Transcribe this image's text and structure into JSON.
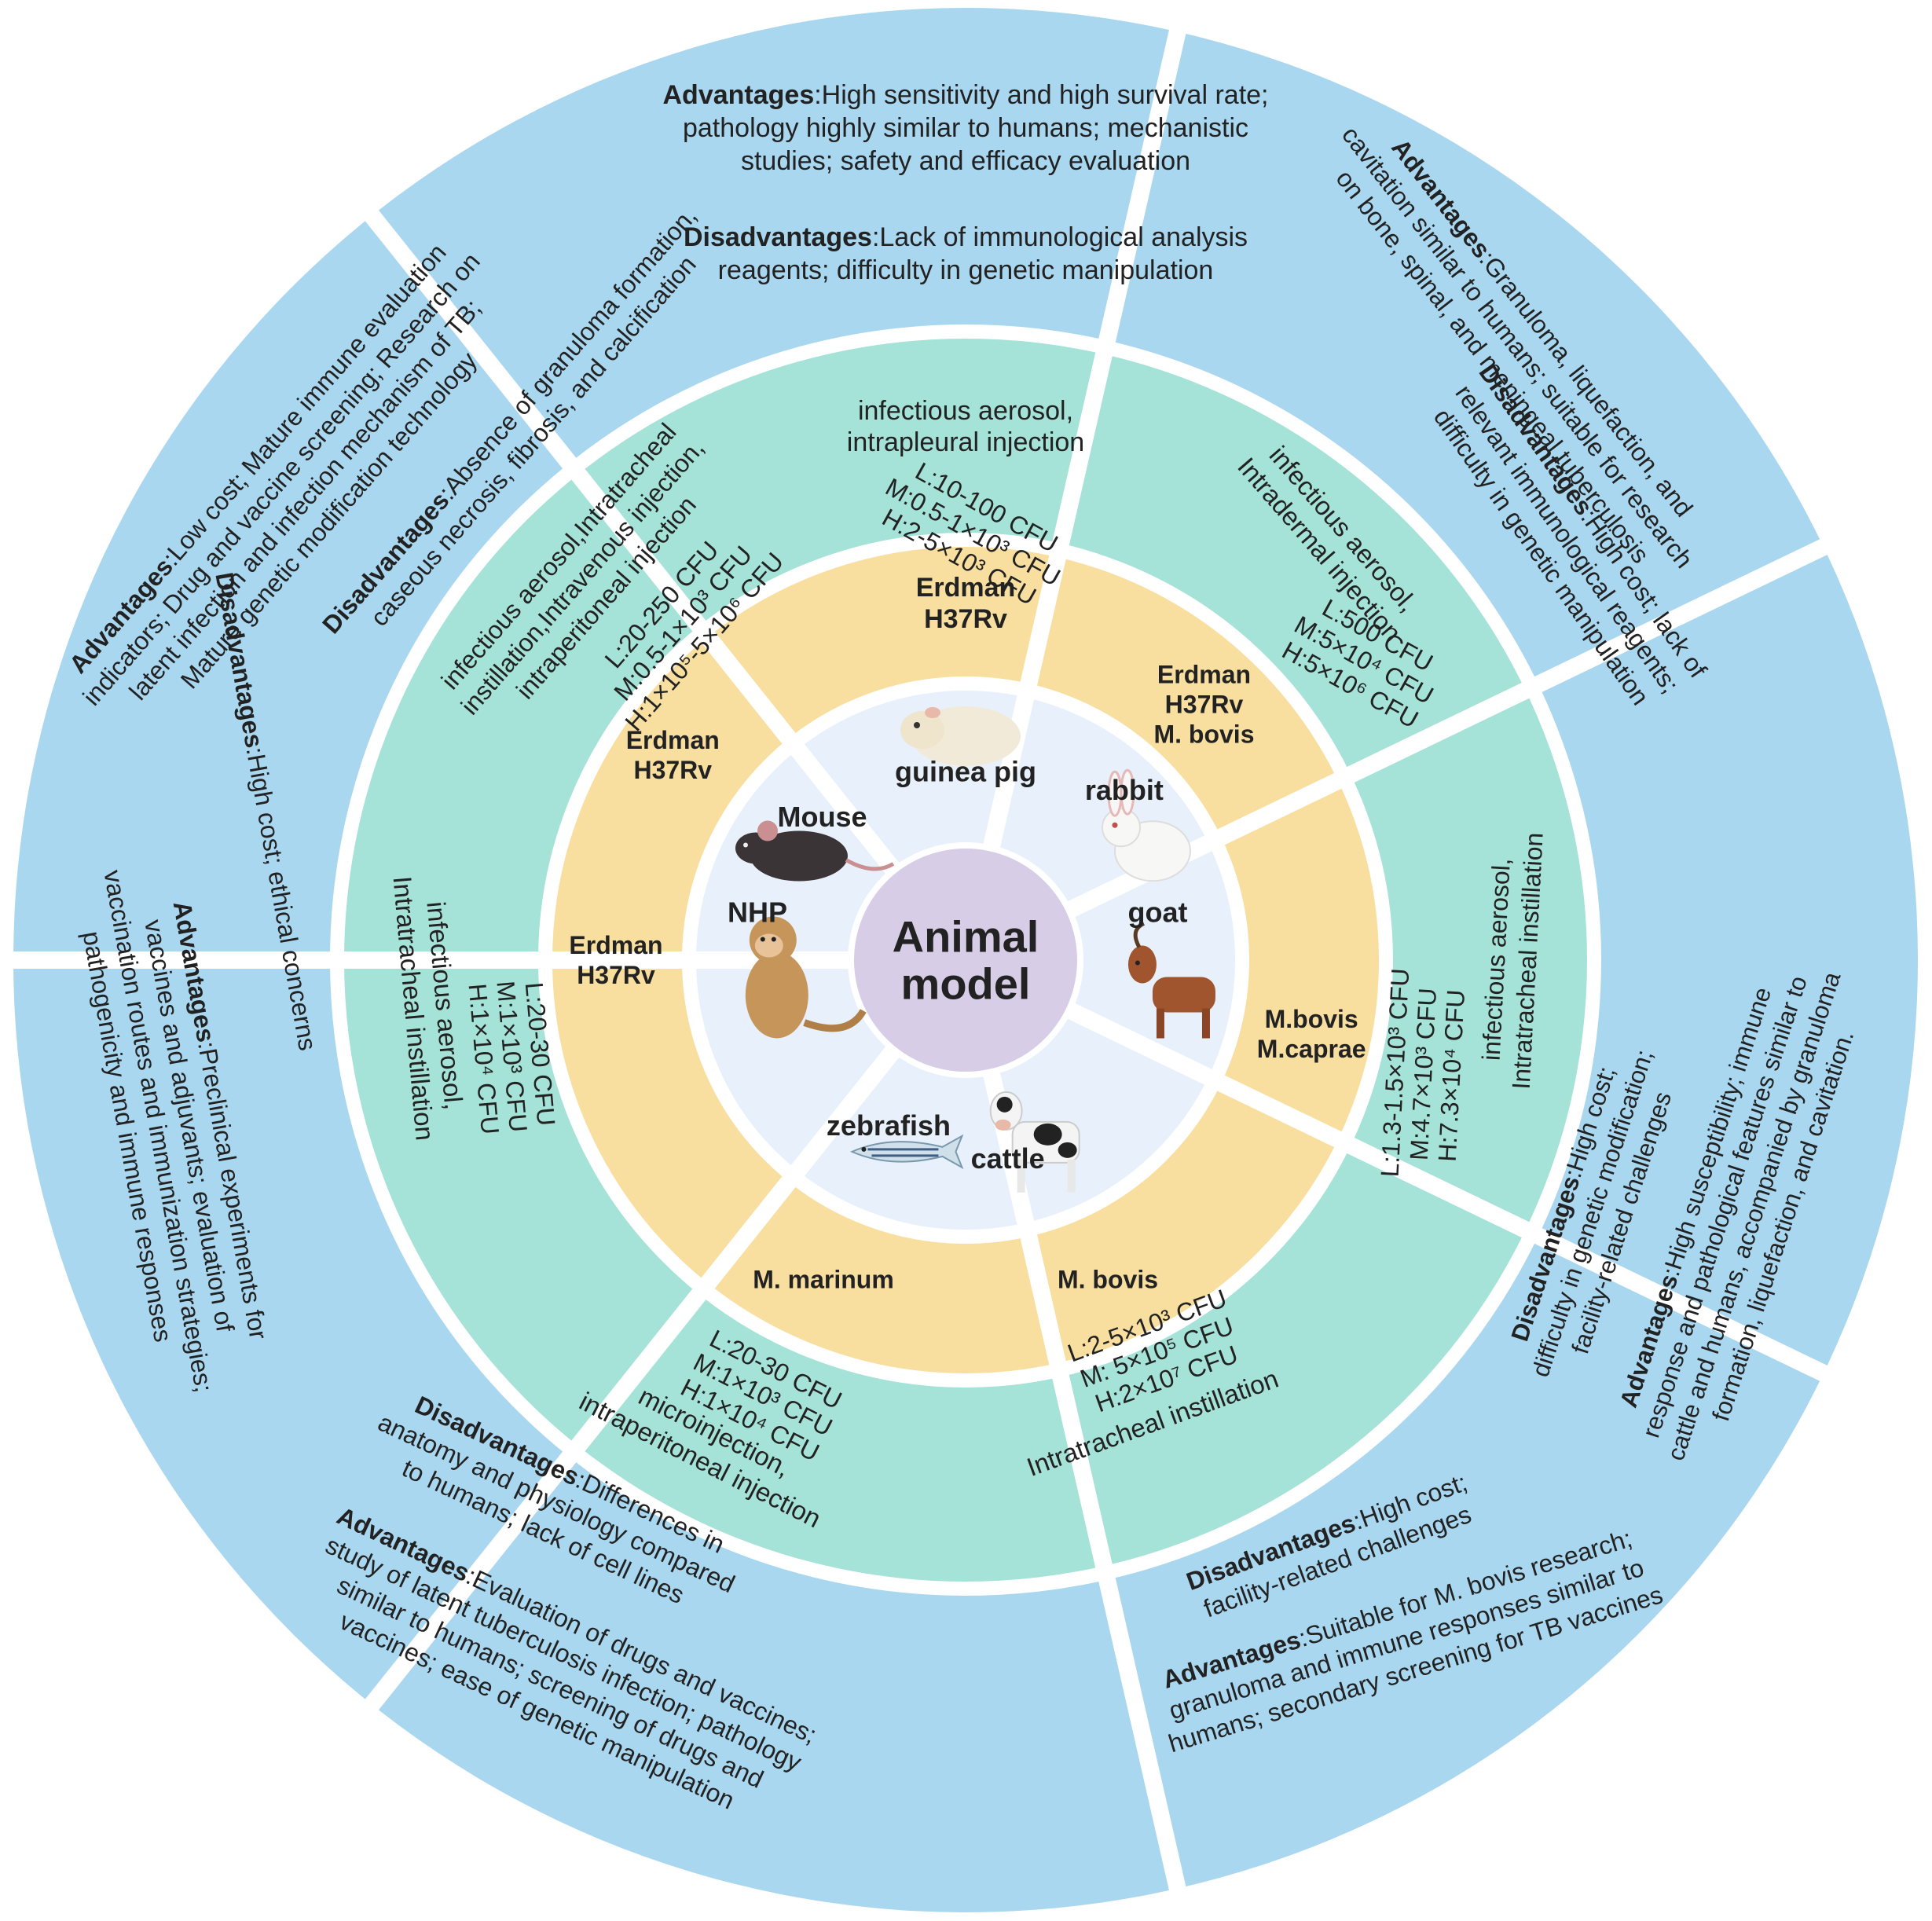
{
  "center": {
    "title_line1": "Animal",
    "title_line2": "model"
  },
  "colors": {
    "outer_ring": "#a9d7f0",
    "infection_ring": "#a5e2d8",
    "strain_ring": "#f8dfa0",
    "animal_ring": "#e8f1fb",
    "center": "#d8cde6",
    "divider": "#ffffff",
    "text": "#222222"
  },
  "segments": [
    {
      "id": "guinea-pig",
      "animal": "guinea pig",
      "animal_icon": "guinea-pig-icon",
      "strains": [
        {
          "text": "Erdman"
        },
        {
          "text": "H37Rv"
        }
      ],
      "infection": {
        "route_lines": [
          "infectious aerosol,",
          "intrapleural injection"
        ],
        "dose_lines": [
          "L:10-100 CFU",
          "M:0.5-1×10³ CFU",
          "H:2-5×10³ CFU"
        ]
      },
      "advantages": {
        "label": "Advantages",
        "lines": [
          ":High sensitivity and high survival rate;",
          "pathology highly similar to humans; mechanistic",
          "studies; safety and efficacy evaluation"
        ]
      },
      "disadvantages": {
        "label": "Disadvantages",
        "lines": [
          ":Lack of immunological analysis",
          "reagents; difficulty in genetic manipulation"
        ]
      }
    },
    {
      "id": "rabbit",
      "animal": "rabbit",
      "animal_icon": "rabbit-icon",
      "strains": [
        {
          "text": "Erdman"
        },
        {
          "text": "H37Rv"
        },
        {
          "text": "M. bovis"
        }
      ],
      "infection": {
        "route_lines": [
          "infectious aerosol,",
          "Intradermal injection"
        ],
        "dose_lines": [
          "L:500 CFU",
          "M:5×10⁴ CFU",
          "H:5×10⁶ CFU"
        ]
      },
      "advantages": {
        "label": "Advantages",
        "lines": [
          ":Granuloma, liquefaction, and",
          "cavitation similar to humans; suitable for research",
          "on bone, spinal, and meningeal tuberculosis"
        ]
      },
      "disadvantages": {
        "label": "Disadvantages",
        "lines": [
          ":High cost; lack of",
          "relevant immunological reagents;",
          "difficulty in genetic manipulation"
        ]
      }
    },
    {
      "id": "goat",
      "animal": "goat",
      "animal_icon": "goat-icon",
      "strains": [
        {
          "text": "M.bovis"
        },
        {
          "text": "M.caprae"
        }
      ],
      "infection": {
        "route_lines": [
          "infectious aerosol,",
          "Intratracheal instillation"
        ],
        "dose_lines": [
          "L:1.3-1.5×10³ CFU",
          "M:4.7×10³ CFU",
          "H:7.3×10⁴ CFU"
        ]
      },
      "advantages": {
        "label": "Advantages",
        "lines": [
          ":High susceptibility; immune",
          "response and pathological features similar to",
          "cattle and humans, accompanied by granuloma",
          "formation, liquefaction, and cavitation."
        ]
      },
      "disadvantages": {
        "label": "Disadvantages",
        "lines": [
          ":High cost;",
          "difficulty in genetic modification;",
          "facility-related challenges"
        ]
      }
    },
    {
      "id": "cattle",
      "animal": "cattle",
      "animal_icon": "cow-icon",
      "strains": [
        {
          "text": "M. bovis"
        }
      ],
      "infection": {
        "route_lines": [
          "Intratracheal instillation"
        ],
        "dose_lines": [
          "L:2-5×10³ CFU",
          "M: 5×10⁵ CFU",
          "H:2×10⁷ CFU"
        ]
      },
      "advantages": {
        "label": "Advantages",
        "lines": [
          ":Suitable for M. bovis research;",
          "granuloma and immune responses similar to",
          "humans; secondary screening for TB vaccines"
        ]
      },
      "disadvantages": {
        "label": "Disadvantages",
        "lines": [
          ":High cost;",
          "facility-related challenges"
        ]
      }
    },
    {
      "id": "zebrafish",
      "animal": "zebrafish",
      "animal_icon": "zebrafish-icon",
      "strains": [
        {
          "text": "M. marinum"
        }
      ],
      "infection": {
        "route_lines": [
          "microinjection,",
          "intraperitoneal injection"
        ],
        "dose_lines": [
          "L:20-30 CFU",
          "M:1×10³ CFU",
          "H:1×10⁴ CFU"
        ]
      },
      "advantages": {
        "label": "Advantages",
        "lines": [
          ":Evaluation of drugs and vaccines;",
          "study of latent tuberculosis infection; pathology",
          "similar to humans; screening of drugs and",
          "vaccines; ease of genetic manipulation"
        ]
      },
      "disadvantages": {
        "label": "Disadvantages",
        "lines": [
          ":Differences in",
          "anatomy and physiology compared",
          "to humans; lack of cell lines"
        ]
      }
    },
    {
      "id": "nhp",
      "animal": "NHP",
      "animal_icon": "monkey-icon",
      "strains": [
        {
          "text": "Erdman"
        },
        {
          "text": "H37Rv"
        }
      ],
      "infection": {
        "route_lines": [
          "infectious aerosol,",
          "Intratracheal instillation"
        ],
        "dose_lines": [
          "L:20-30 CFU",
          "M:1×10³ CFU",
          "H:1×10⁴ CFU"
        ]
      },
      "advantages": {
        "label": "Advantages",
        "lines": [
          ":Preclinical experiments for",
          "vaccines and adjuvants; evaluation of",
          "vaccination routes and immunization strategies;",
          "pathogenicity and immune responses"
        ]
      },
      "disadvantages": {
        "label": "Disadvantages",
        "lines": [
          ":High cost; ethical concerns"
        ]
      }
    },
    {
      "id": "mouse",
      "animal": "Mouse",
      "animal_icon": "mouse-icon",
      "strains": [
        {
          "text": "Erdman"
        },
        {
          "text": "H37Rv"
        }
      ],
      "infection": {
        "route_lines": [
          "infectious aerosol,Intratracheal",
          "instillation,Intravenous injection,",
          "intraperitoneal injection"
        ],
        "dose_lines": [
          "L:20-250 CFU",
          "M:0.5-1×10³ CFU",
          "H:1×10⁵-5×10⁶ CFU"
        ]
      },
      "advantages": {
        "label": "Advantages",
        "lines": [
          ":Low cost; Mature immune evaluation",
          "indicators; Drug and vaccine screening; Research on",
          "latent infection and infection mechanism of TB;",
          "Mature genetic modification technology"
        ]
      },
      "disadvantages": {
        "label": "Disadvantages",
        "lines": [
          ":Absence of granuloma formation,",
          "caseous necrosis, fibrosis, and calcification"
        ]
      }
    }
  ]
}
